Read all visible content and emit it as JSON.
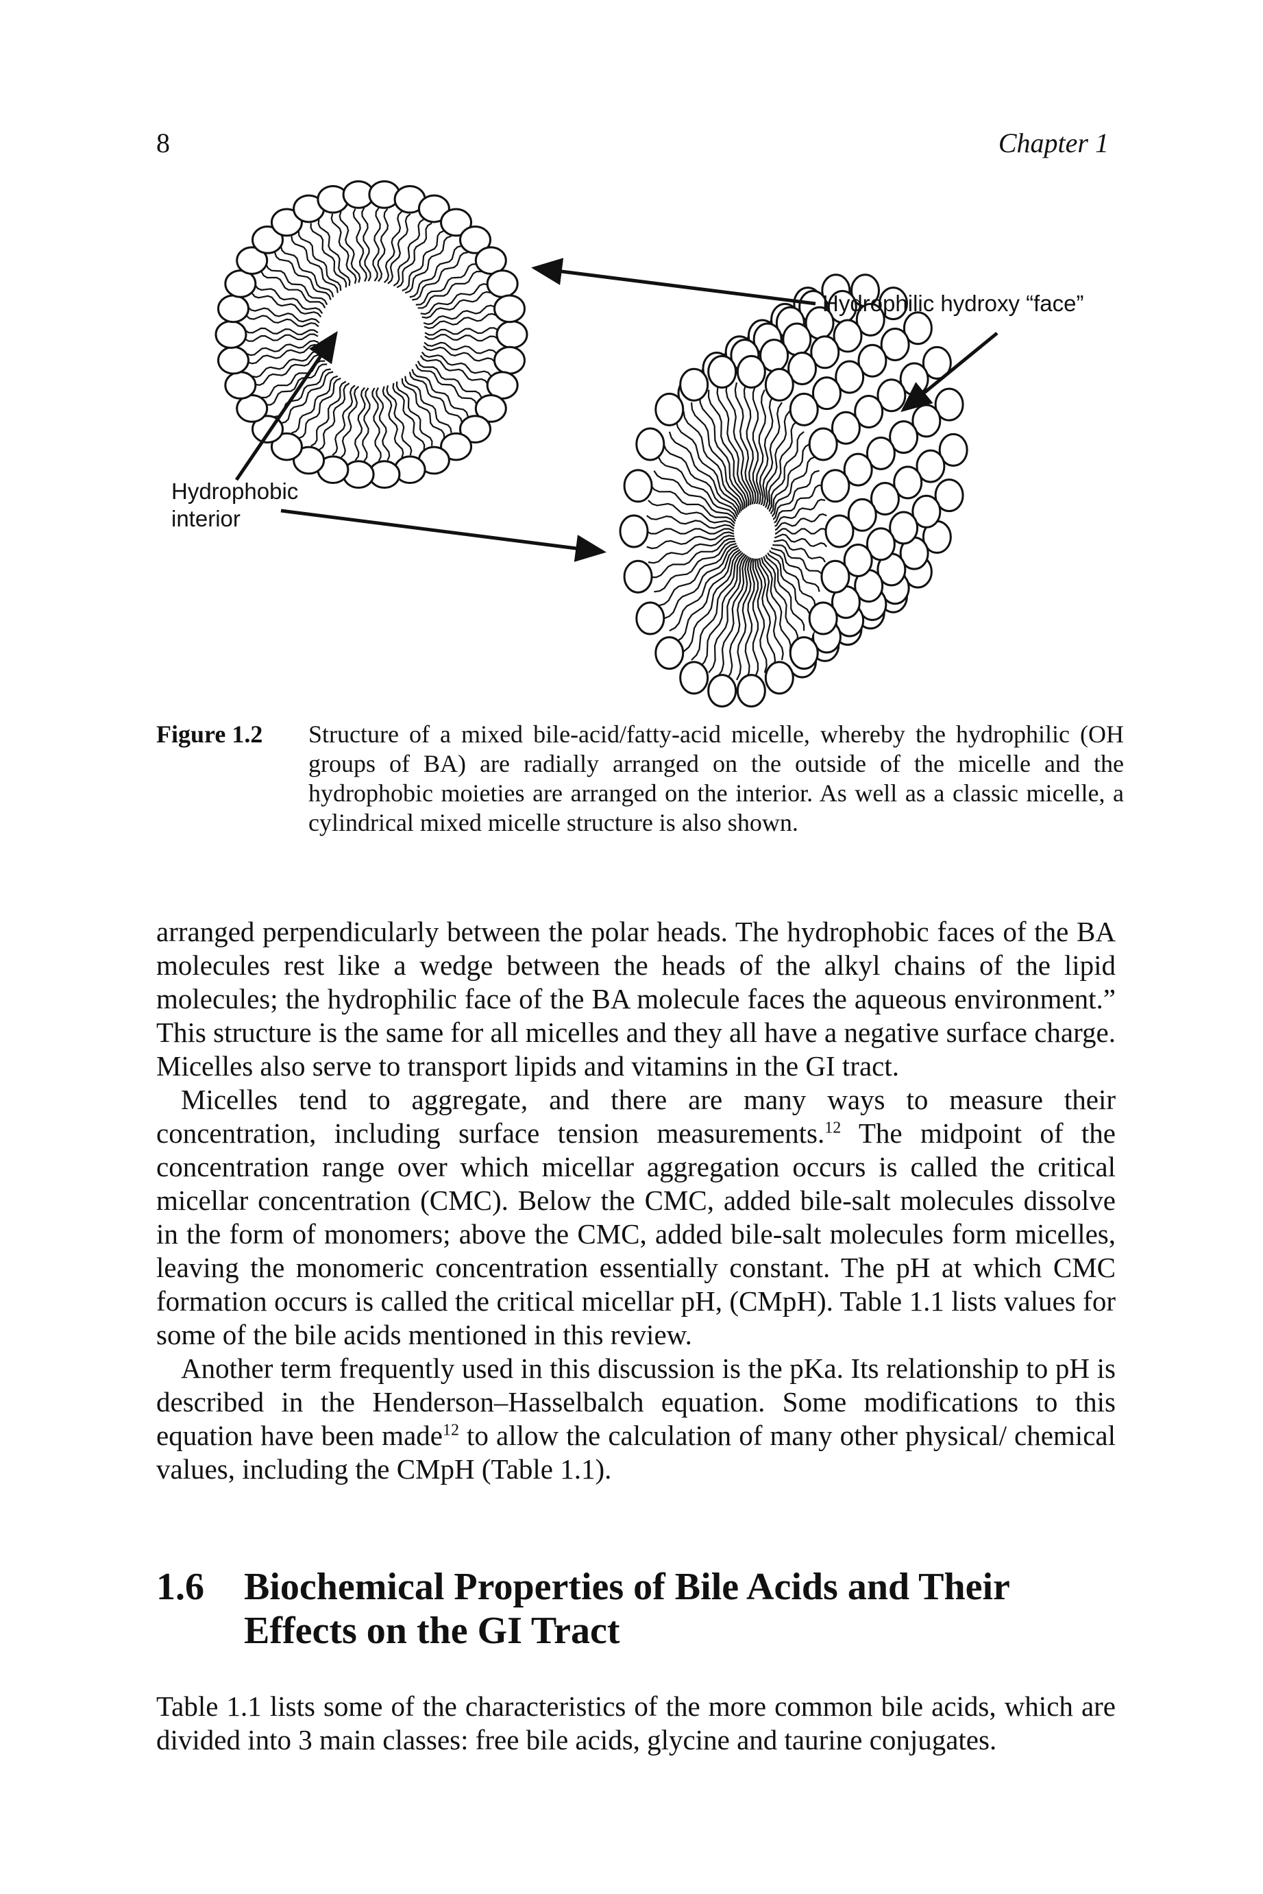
{
  "header": {
    "page_number": "8",
    "running_title": "Chapter 1"
  },
  "figure": {
    "label_face": "Hydrophilic hydroxy “face”",
    "label_interior_line1": "Hydrophobic",
    "label_interior_line2": "interior"
  },
  "caption": {
    "label": "Figure 1.2",
    "text": "Structure of a mixed bile-acid/fatty-acid micelle, whereby the hydrophilic (OH groups of BA) are radially arranged on the outside of the micelle and the hydrophobic moieties are arranged on the interior. As well as a classic micelle, a cylindrical mixed micelle structure is also shown."
  },
  "body": {
    "p1": "arranged perpendicularly between the polar heads. The hydrophobic faces of the BA molecules rest like a wedge between the heads of the alkyl chains of the lipid molecules; the hydrophilic face of the BA molecule faces the aqueous environment.” This structure is the same for all micelles and they all have a negative surface charge. Micelles also serve to transport lipids and vitamins in the GI tract.",
    "p2a": "Micelles tend to aggregate, and there are many ways to measure their concentration, including surface tension measurements.",
    "p2_ref": "12",
    "p2b": " The midpoint of the concentration range over which micellar aggregation occurs is called the critical micellar concentration (CMC). Below the CMC, added bile-salt molecules dissolve in the form of monomers; above the CMC, added bile-salt molecules form micelles, leaving the monomeric concentration essentially constant. The pH at which CMC formation occurs is called the critical micellar pH, (CMpH). Table 1.1 lists values for some of the bile acids mentioned in this review.",
    "p3a": "Another term frequently used in this discussion is the pKa. Its relationship to pH is described in the Henderson–Hasselbalch equation. Some modifications to this equation have been made",
    "p3_ref": "12",
    "p3b": " to allow the calculation of many other physical/ chemical values, including the CMpH (Table 1.1)."
  },
  "section": {
    "number": "1.6",
    "title": "Biochemical Properties of Bile Acids and Their Effects on the GI Tract",
    "p1": "Table 1.1 lists some of the characteristics of the more common bile acids, which are divided into 3 main classes: free bile acids, glycine and taurine conjugates."
  }
}
